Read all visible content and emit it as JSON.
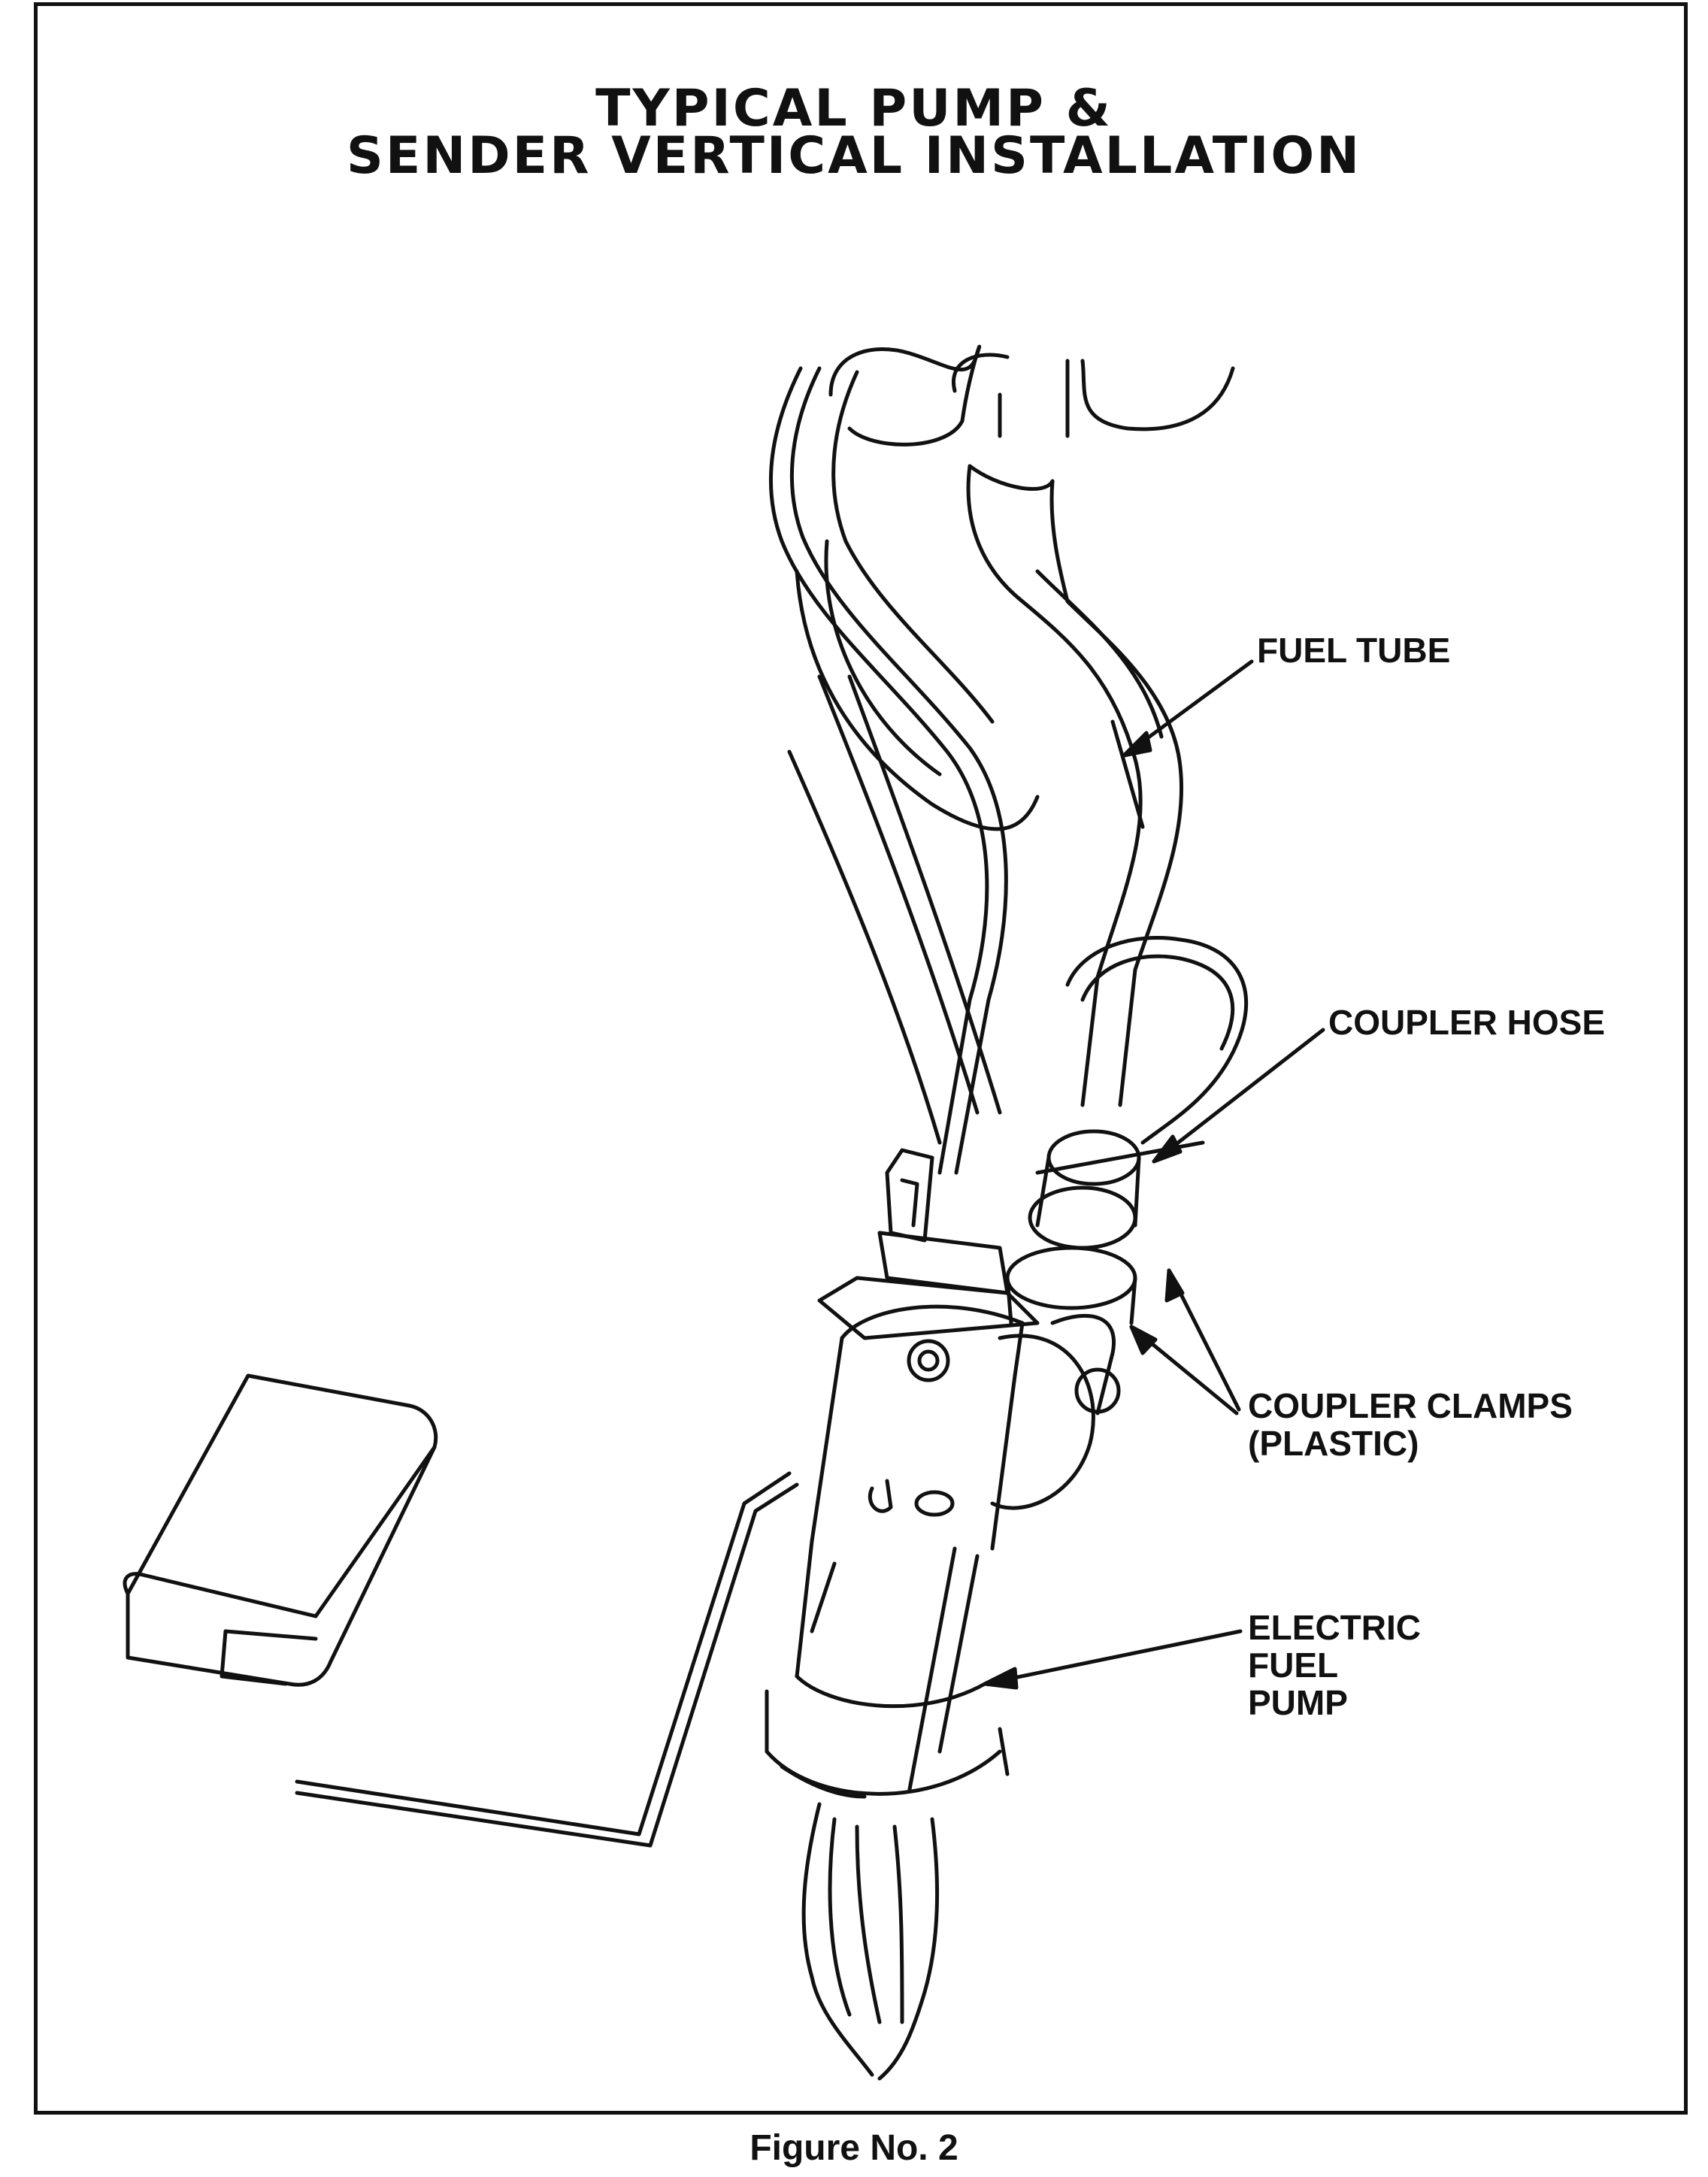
{
  "title": {
    "line1": "TYPICAL PUMP &",
    "line2": "SENDER VERTICAL INSTALLATION"
  },
  "callouts": {
    "fuel_tube": "FUEL TUBE",
    "coupler_hose": "COUPLER HOSE",
    "coupler_clamps_line1": "COUPLER CLAMPS",
    "coupler_clamps_line2": "(PLASTIC)",
    "electric_pump_line1": "ELECTRIC",
    "electric_pump_line2": "FUEL",
    "electric_pump_line3": "PUMP"
  },
  "caption": "Figure No. 2"
}
